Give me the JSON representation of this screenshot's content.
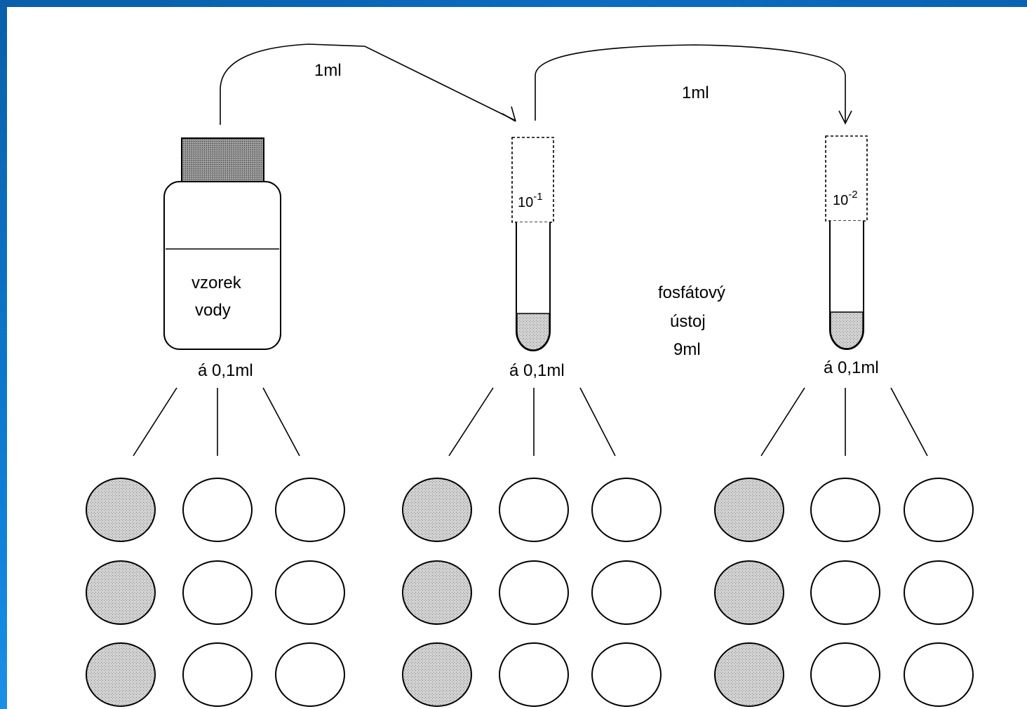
{
  "colors": {
    "frame": "#0b6cc0",
    "stroke": "#000000",
    "cap_fill": "#9a9a9a",
    "speckle_fill": "#b8b8b8",
    "background": "#ffffff"
  },
  "transfers": [
    {
      "volume_label": "1ml"
    },
    {
      "volume_label": "1ml"
    }
  ],
  "bottle": {
    "label_line1": "vzorek",
    "label_line2": "vody"
  },
  "tubes": [
    {
      "dilution_base": "10",
      "dilution_exp": "-1"
    },
    {
      "dilution_base": "10",
      "dilution_exp": "-2"
    }
  ],
  "buffer": {
    "line1": "fosfátový",
    "line2": "ústoj",
    "line3": "9ml"
  },
  "plating": [
    {
      "volume_label": "á 0,1ml"
    },
    {
      "volume_label": "á 0,1ml"
    },
    {
      "volume_label": "á 0,1ml"
    }
  ],
  "plates": {
    "rows": 3,
    "cols_per_group": 3,
    "shaded_column": 1,
    "groups": 3
  }
}
